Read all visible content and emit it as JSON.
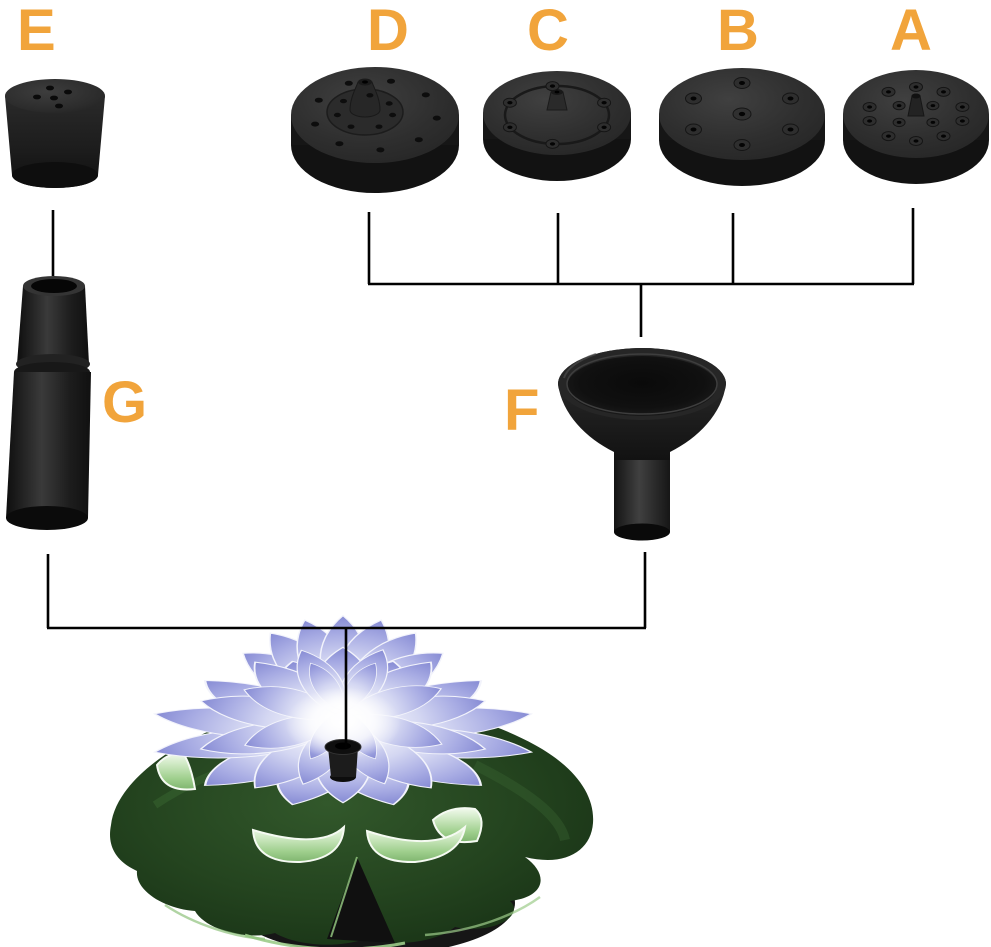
{
  "figure": {
    "labels": {
      "a": "A",
      "b": "B",
      "c": "C",
      "d": "D",
      "e": "E",
      "f": "F",
      "g": "G"
    },
    "colors": {
      "background": "#ffffff",
      "label": "#F1A43B",
      "line": "#010101",
      "plastic-dark": "#262626",
      "plastic-deep": "#111111",
      "petal-blue": "#666bc2",
      "petal-white": "#ffffff",
      "pad-green": "#24441f",
      "pad-rim-green": "#9ccc8a",
      "base-black": "#161616"
    }
  }
}
